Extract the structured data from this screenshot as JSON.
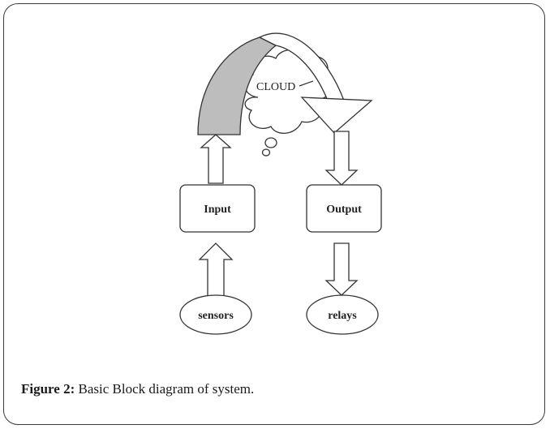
{
  "diagram": {
    "cloud_label": "CLOUD",
    "nodes": {
      "input": "Input",
      "output": "Output",
      "sensors": "sensors",
      "relays": "relays"
    }
  },
  "caption": {
    "label": "Figure 2:",
    "text": " Basic Block diagram of system."
  }
}
